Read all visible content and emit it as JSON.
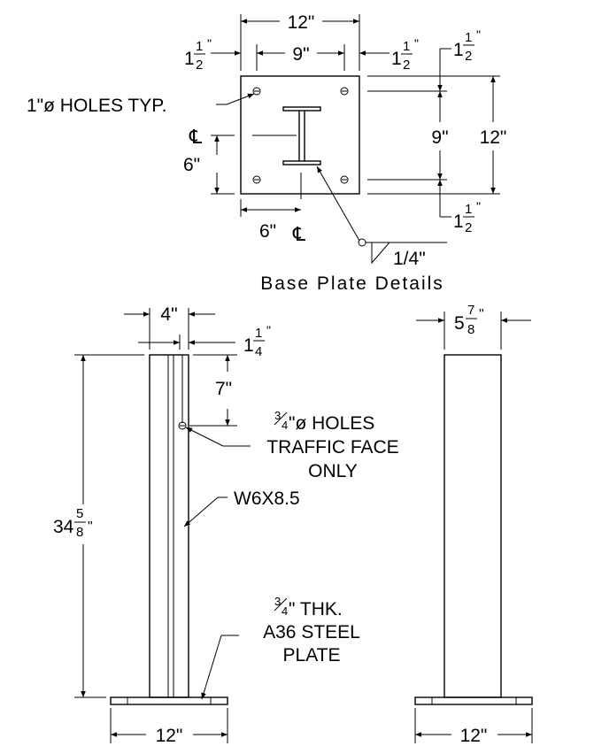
{
  "base_plate": {
    "caption": "Base Plate Details",
    "width_total": "12\"",
    "edge_left_whole": "1",
    "edge_left_num": "1",
    "edge_left_den": "2",
    "hole_spacing_h": "9\"",
    "edge_right_whole": "1",
    "edge_right_num": "1",
    "edge_right_den": "2",
    "edge_top_whole": "1",
    "edge_top_num": "1",
    "edge_top_den": "2",
    "hole_spacing_v": "9\"",
    "height_total": "12\"",
    "edge_bottom_whole": "1",
    "edge_bottom_num": "1",
    "edge_bottom_den": "2",
    "holes_note": "1\"ø HOLES TYP.",
    "cl_symbol_left": "℄",
    "offset_v": "6\"",
    "offset_h": "6\"",
    "cl_symbol_bottom": "℄",
    "weld_note": "1/4\""
  },
  "front_view": {
    "flange_width": "4\"",
    "hole_offset_whole": "1",
    "hole_offset_num": "1",
    "hole_offset_den": "4",
    "hole_drop": "7\"",
    "hole_note_frac_num": "3",
    "hole_note_frac_den": "4",
    "hole_note_line1": "\"ø HOLES",
    "hole_note_line2": "TRAFFIC FACE",
    "hole_note_line3": "ONLY",
    "section_label": "W6X8.5",
    "height_whole": "34",
    "height_num": "5",
    "height_den": "8",
    "height_unit": "\"",
    "plate_note_frac_num": "3",
    "plate_note_frac_den": "4",
    "plate_note_line1": "\" THK.",
    "plate_note_line2": "A36 STEEL",
    "plate_note_line3": "PLATE",
    "plate_width": "12\""
  },
  "side_view": {
    "depth_whole": "5",
    "depth_num": "7",
    "depth_den": "8",
    "depth_unit": "\"",
    "plate_width": "12\""
  }
}
